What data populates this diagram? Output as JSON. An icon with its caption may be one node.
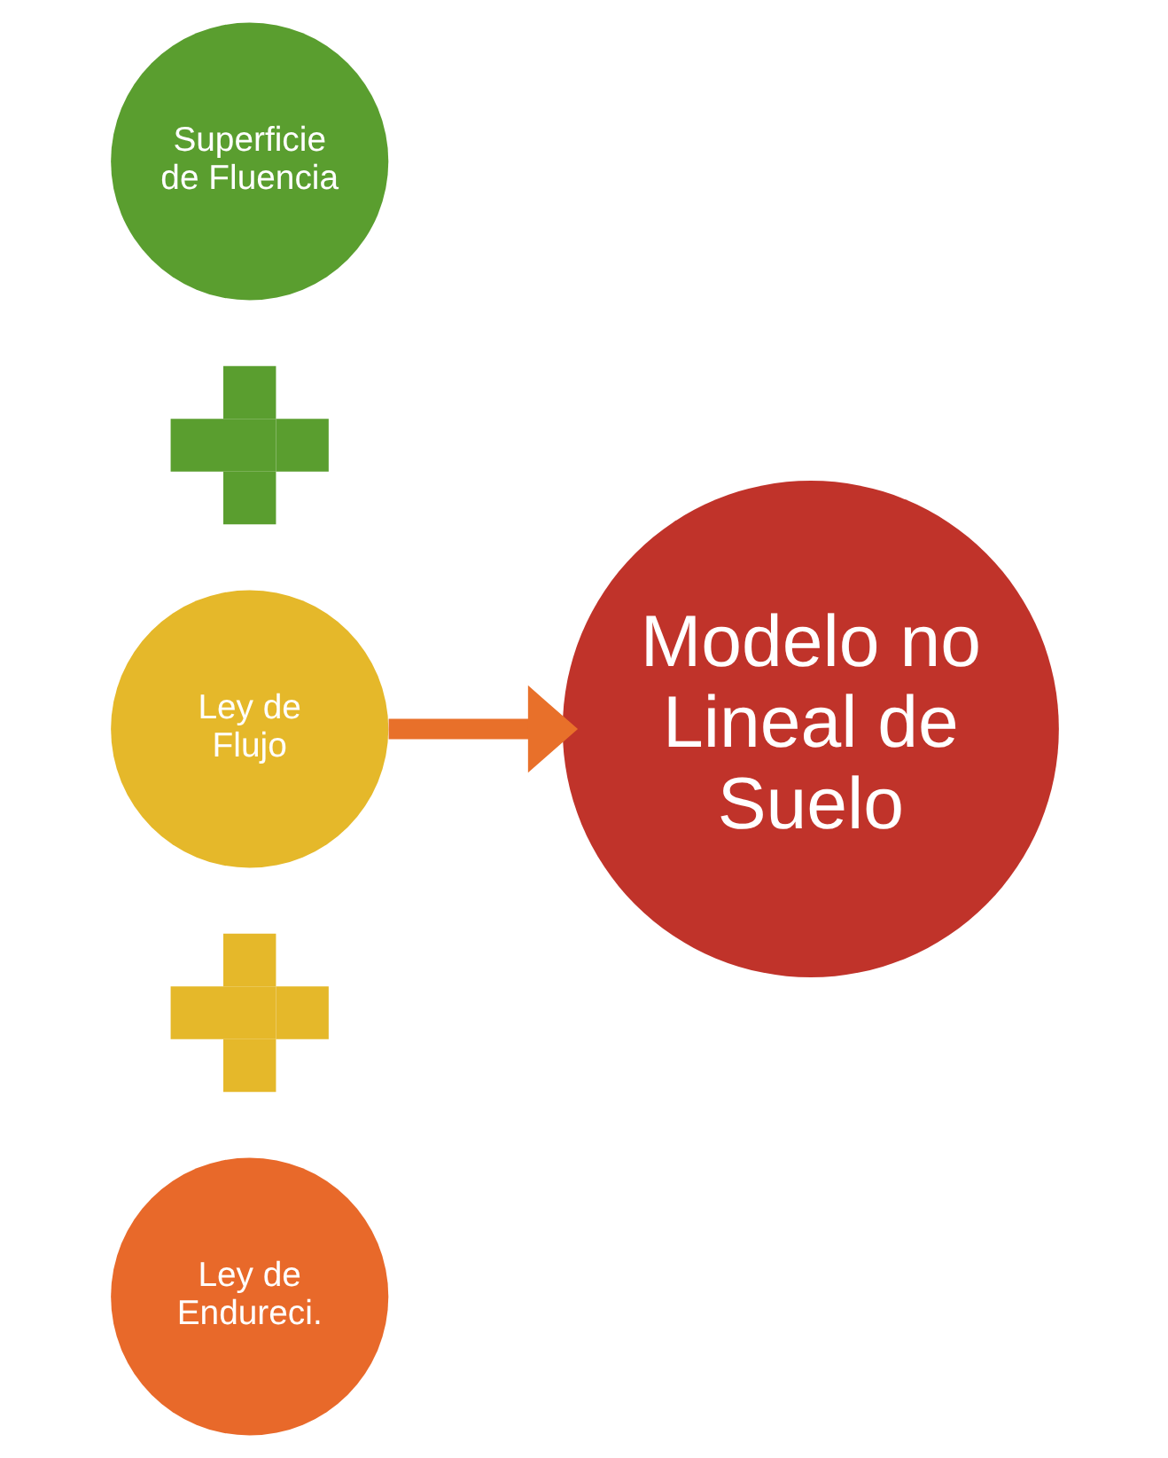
{
  "diagram": {
    "nodes": [
      {
        "text": [
          "Superficie de Fluencia"
        ]
      },
      {
        "text": [],
        "shape": "plus"
      },
      {
        "text": [
          "Ley de Flujo"
        ]
      },
      {
        "text": [],
        "shape": "plus"
      },
      {
        "text": [
          "Ley de Endureci."
        ]
      },
      {
        "text": [
          "Modelo no Lineal de Suelo"
        ]
      }
    ],
    "edges": [
      {
        "from": 2,
        "to": 5,
        "arrow": "to"
      }
    ]
  }
}
